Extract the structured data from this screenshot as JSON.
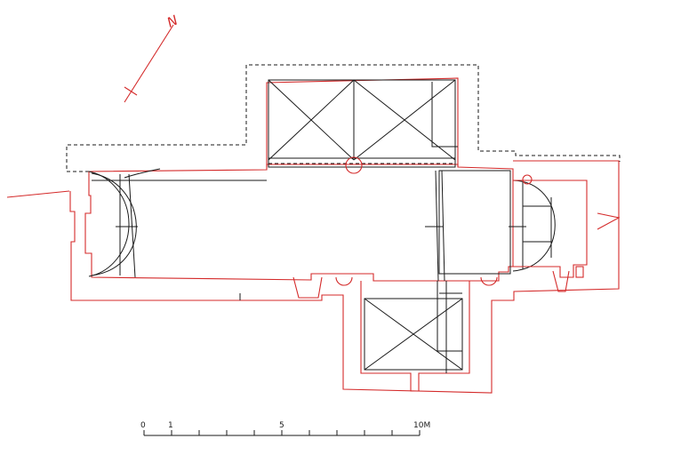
{
  "north": {
    "label": "N",
    "color": "#d42a2a"
  },
  "scale_bar": {
    "labels": [
      {
        "text": "0",
        "value": 0
      },
      {
        "text": "1",
        "value": 1
      },
      {
        "text": "5",
        "value": 5
      },
      {
        "text": "10M",
        "value": 10
      }
    ],
    "max": 10,
    "ticks": [
      0,
      1,
      2,
      3,
      4,
      5,
      6,
      7,
      8,
      9,
      10
    ]
  },
  "colors": {
    "current_walls": "#d42a2a",
    "old_walls": "#1a1a1a"
  }
}
